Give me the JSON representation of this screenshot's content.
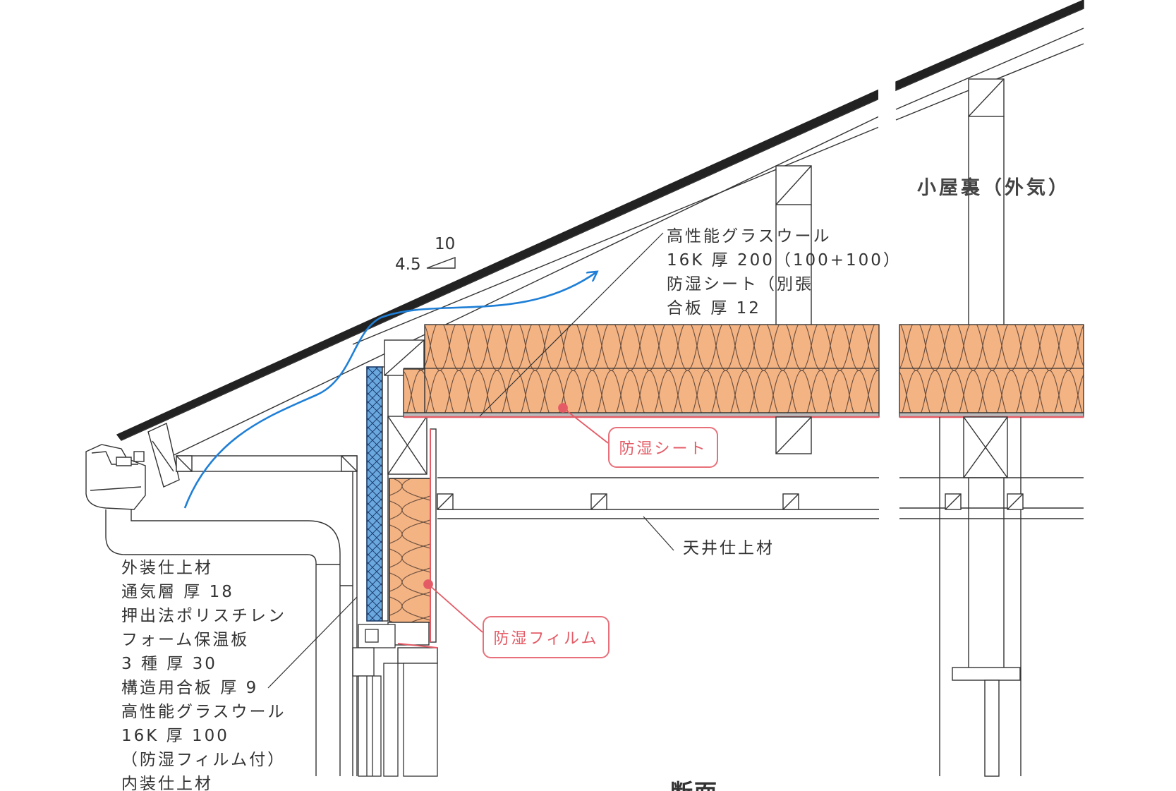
{
  "diagram": {
    "title": "断面",
    "attic_label": "小屋裏（外気）",
    "slope": {
      "rise": "4.5",
      "run": "10"
    },
    "roof_spec": [
      "高性能グラスウール",
      "16K 厚 200（100+100）",
      "防湿シート（別張",
      "合板 厚 12"
    ],
    "wall_spec": [
      "外装仕上材",
      "通気層 厚 18",
      "押出法ポリスチレン",
      "フォーム保温板",
      "3 種 厚 30",
      "構造用合板 厚 9",
      "高性能グラスウール",
      "16K 厚 100",
      "（防湿フィルム付）",
      "内装仕上材"
    ],
    "ceiling_label": "天井仕上材",
    "callout_sheet": "防湿シート",
    "callout_film": "防湿フィルム",
    "colors": {
      "insulation": "#f4b383",
      "insulation_line": "#6b5040",
      "board": "#6aa8de",
      "vapor_barrier": "#e45b66",
      "airflow": "#1f7fd6",
      "line": "#333333"
    }
  }
}
